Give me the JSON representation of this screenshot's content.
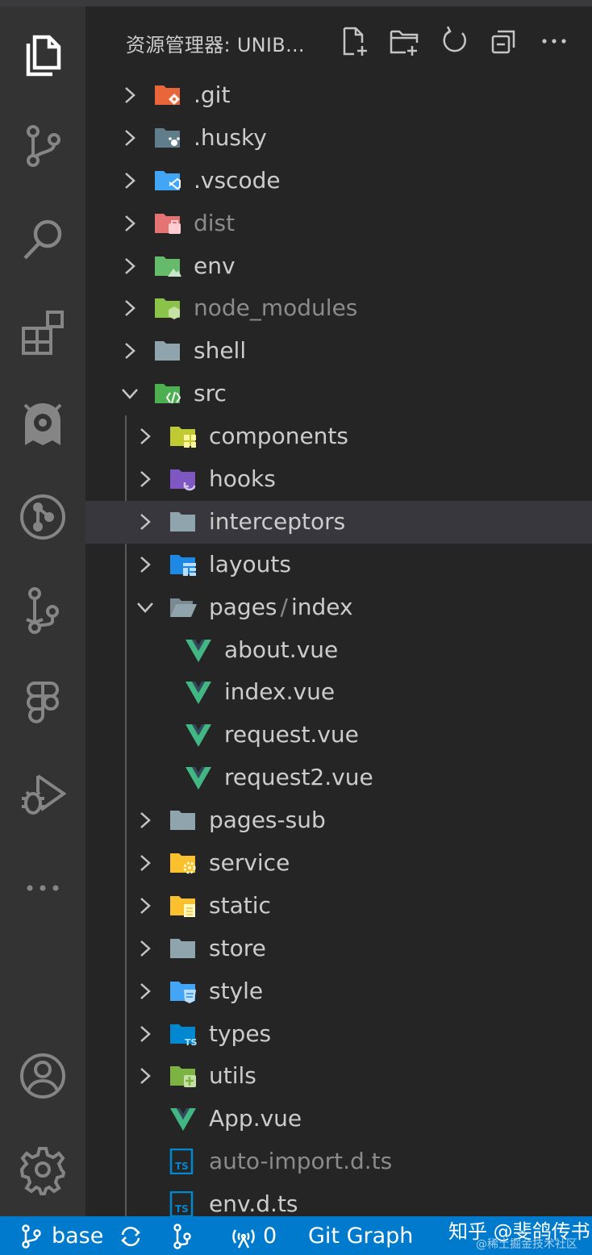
{
  "sidebar": {
    "title": "资源管理器: UNIB...",
    "actions": [
      {
        "name": "new-file-icon"
      },
      {
        "name": "new-folder-icon"
      },
      {
        "name": "refresh-icon"
      },
      {
        "name": "collapse-all-icon"
      },
      {
        "name": "more-icon"
      }
    ]
  },
  "activity_bar": [
    "explorer-icon",
    "source-control-icon",
    "search-icon",
    "extensions-icon",
    "ghost-icon",
    "git-graph-icon",
    "branches-icon",
    "figma-icon",
    "run-debug-icon",
    "more-icon",
    "account-icon",
    "settings-icon"
  ],
  "tree": [
    {
      "label": ".git",
      "icon": "folder-git-icon",
      "color": "#e8663a",
      "expanded": false,
      "dim": false
    },
    {
      "label": ".husky",
      "icon": "folder-husky-icon",
      "color": "#607d8b",
      "expanded": false,
      "dim": false
    },
    {
      "label": ".vscode",
      "icon": "folder-vscode-icon",
      "color": "#42a5f5",
      "expanded": false,
      "dim": false
    },
    {
      "label": "dist",
      "icon": "folder-dist-icon",
      "color": "#e57373",
      "expanded": false,
      "dim": true
    },
    {
      "label": "env",
      "icon": "folder-env-icon",
      "color": "#66bb6a",
      "expanded": false,
      "dim": false
    },
    {
      "label": "node_modules",
      "icon": "folder-node-icon",
      "color": "#8bc34a",
      "expanded": false,
      "dim": true
    },
    {
      "label": "shell",
      "icon": "folder-icon",
      "color": "#90a4ae",
      "expanded": false,
      "dim": false
    },
    {
      "label": "src",
      "icon": "folder-src-icon",
      "color": "#4caf50",
      "expanded": true,
      "dim": false
    },
    {
      "label": "components",
      "icon": "folder-components-icon",
      "color": "#c0ca33",
      "expanded": false,
      "dim": false
    },
    {
      "label": "hooks",
      "icon": "folder-hooks-icon",
      "color": "#7e57c2",
      "expanded": false,
      "dim": false
    },
    {
      "label": "interceptors",
      "icon": "folder-icon",
      "color": "#90a4ae",
      "expanded": false,
      "dim": false,
      "selected": true
    },
    {
      "label": "layouts",
      "icon": "folder-layouts-icon",
      "color": "#1e88e5",
      "expanded": false,
      "dim": false
    },
    {
      "label": "pages",
      "label2": "index",
      "sep": "/",
      "icon": "folder-open-icon",
      "color": "#90a4ae",
      "expanded": true,
      "dim": false
    },
    {
      "label": "about.vue",
      "icon": "vue-icon",
      "color": "#41b883"
    },
    {
      "label": "index.vue",
      "icon": "vue-icon",
      "color": "#41b883"
    },
    {
      "label": "request.vue",
      "icon": "vue-icon",
      "color": "#41b883"
    },
    {
      "label": "request2.vue",
      "icon": "vue-icon",
      "color": "#41b883"
    },
    {
      "label": "pages-sub",
      "icon": "folder-icon",
      "color": "#90a4ae",
      "expanded": false,
      "dim": false
    },
    {
      "label": "service",
      "icon": "folder-service-icon",
      "color": "#fbc02d",
      "expanded": false,
      "dim": false
    },
    {
      "label": "static",
      "icon": "folder-static-icon",
      "color": "#fbc02d",
      "expanded": false,
      "dim": false
    },
    {
      "label": "store",
      "icon": "folder-icon",
      "color": "#90a4ae",
      "expanded": false,
      "dim": false
    },
    {
      "label": "style",
      "icon": "folder-style-icon",
      "color": "#42a5f5",
      "expanded": false,
      "dim": false
    },
    {
      "label": "types",
      "icon": "folder-types-icon",
      "color": "#0288d1",
      "expanded": false,
      "dim": false
    },
    {
      "label": "utils",
      "icon": "folder-utils-icon",
      "color": "#7cb342",
      "expanded": false,
      "dim": false
    },
    {
      "label": "App.vue",
      "icon": "vue-icon",
      "color": "#41b883"
    },
    {
      "label": "auto-import.d.ts",
      "icon": "ts-icon",
      "color": "#0288d1",
      "dim": true
    },
    {
      "label": "env.d.ts",
      "icon": "ts-icon",
      "color": "#0288d1"
    }
  ],
  "status_bar": {
    "branch": "base",
    "sync_icon": "sync-icon",
    "ports_count": "0",
    "git_graph": "Git Graph",
    "accent": "#007acc"
  },
  "watermark": {
    "text": "知乎 @斐鸽传书",
    "sub": "@稀土掘金技术社区"
  }
}
